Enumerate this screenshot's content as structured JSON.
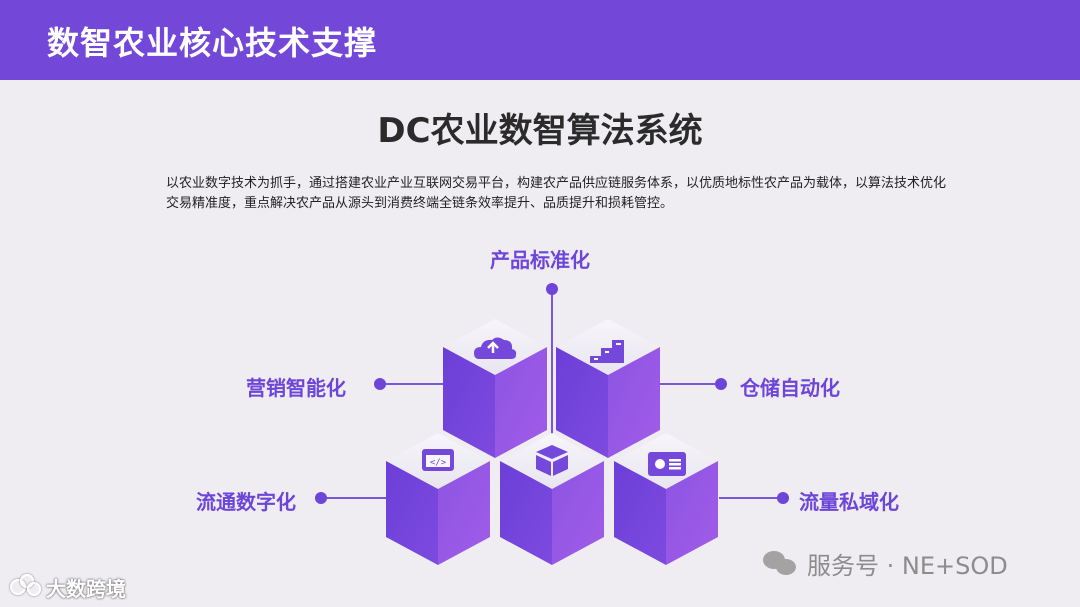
{
  "header": {
    "title": "数智农业核心技术支撑"
  },
  "main": {
    "title": "DC农业数智算法系统",
    "description": "以农业数字技术为抓手，通过搭建农业产业互联网交易平台，构建农产品供应链服务体系，以优质地标性农产品为载体，以算法技术优化交易精准度，重点解决农产品从源头到消费终端全链条效率提升、品质提升和损耗管控。"
  },
  "features": {
    "top": "产品标准化",
    "left_mid": "营销智能化",
    "right_mid": "仓储自动化",
    "left_bottom": "流通数字化",
    "right_bottom": "流量私域化"
  },
  "icons": {
    "cube_top_left": "cloud-upload-icon",
    "cube_top_right": "stairs-chart-icon",
    "cube_center": "box-icon",
    "cube_bottom_left": "code-window-icon",
    "cube_bottom_right": "presentation-icon"
  },
  "watermark": {
    "text": "服务号 · NE+SOD"
  },
  "brand": {
    "text": "大数跨境"
  },
  "colors": {
    "header_bg": "#7348d9",
    "accent": "#6d45d8",
    "background": "#efedf2",
    "cube_light": "#f5f4f8",
    "cube_left": "#7544dc",
    "cube_right": "#9c5ae5"
  }
}
